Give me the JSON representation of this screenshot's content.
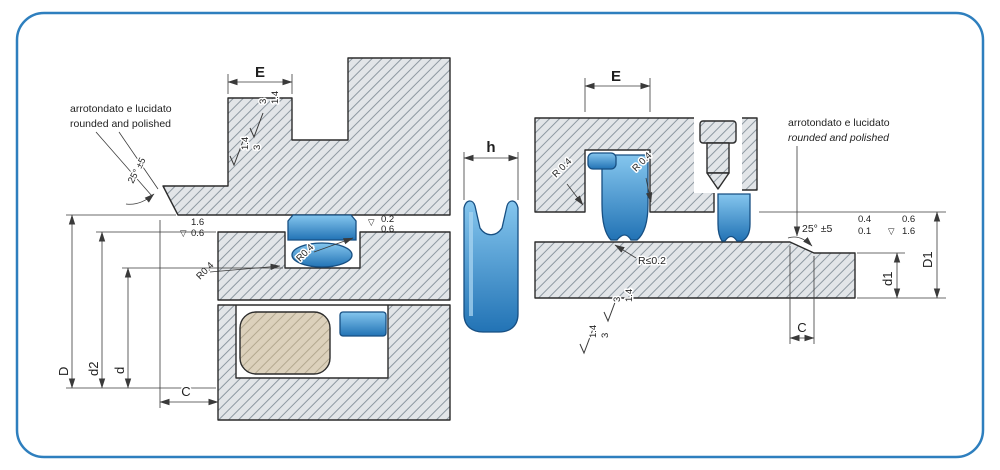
{
  "colors": {
    "border": "#2e7fbe",
    "metal": "#e2e5e8",
    "hatchLine": "#8d98a1",
    "sealLight": "#85c6ee",
    "sealDark": "#2273b5",
    "sealOutline": "#174f82",
    "tan": "#dcd1bc",
    "line": "#3a3a3a"
  },
  "icons": {
    "finish_triangle": "▽"
  },
  "left_view": {
    "annotation_line1": "arrotondato  e lucidato",
    "annotation_line2": "rounded and polished",
    "angle_label": "25° ±5",
    "chamfer_finish_top": "1.6",
    "chamfer_finish_bottom": "0.6",
    "dim_E": "E",
    "roughness_a_top": "3",
    "roughness_a_bottom": "1.4",
    "roughness_b_top": "1.4",
    "roughness_b_bottom": "3",
    "face_finish_top": "0.2",
    "face_finish_bottom": "0.6",
    "radius_label_1": "R0.4",
    "radius_label_2": "R0.4",
    "dim_D": "D",
    "dim_d2": "d2",
    "dim_d": "d",
    "dim_C": "C"
  },
  "profile_view": {
    "dim_h": "h"
  },
  "right_view": {
    "dim_E": "E",
    "radius_label_1": "R 0.4",
    "radius_label_2": "R 0.4",
    "annotation_line1": "arrotondato e lucidato",
    "annotation_line2": "rounded and polished",
    "angle_label": "25° ±5",
    "finish_a_top": "0.4",
    "finish_a_bottom": "0.1",
    "finish_b_top": "0.6",
    "finish_b_bottom": "1.6",
    "radius_max_label": "R≤0.2",
    "roughness_a_top": "3",
    "roughness_a_bottom": "1.4",
    "roughness_b_top": "1.4",
    "roughness_b_bottom": "3",
    "dim_d1": "d1",
    "dim_D1": "D1",
    "dim_C": "C"
  }
}
